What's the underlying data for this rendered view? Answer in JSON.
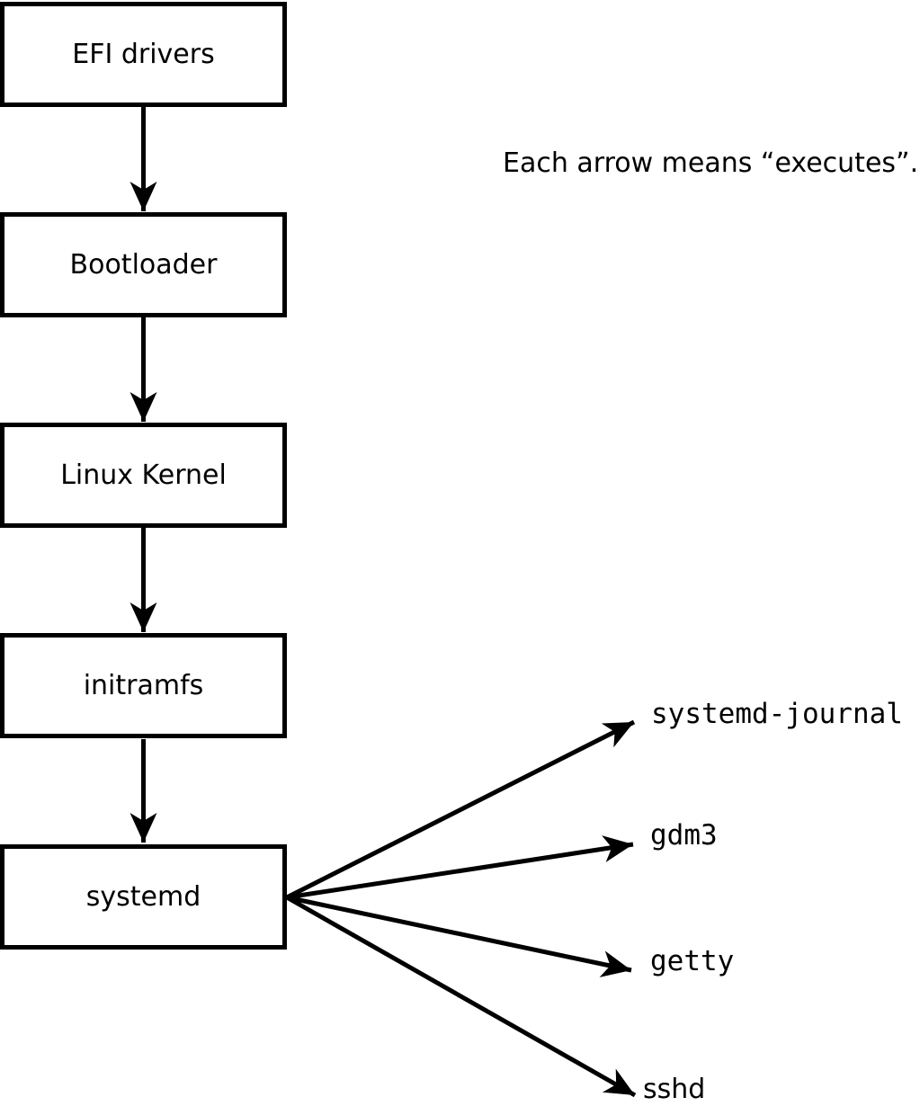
{
  "colors": {
    "ink": "#000000",
    "paper": "#ffffff"
  },
  "note": {
    "text": "Each arrow means “executes”."
  },
  "chain": [
    {
      "label": "EFI drivers"
    },
    {
      "label": "Bootloader"
    },
    {
      "label": "Linux Kernel"
    },
    {
      "label": "initramfs"
    },
    {
      "label": "systemd"
    }
  ],
  "spawned": [
    {
      "label": "systemd-journal"
    },
    {
      "label": "gdm3"
    },
    {
      "label": "getty"
    },
    {
      "label": "sshd"
    }
  ],
  "edges": [
    {
      "from": "EFI drivers",
      "to": "Bootloader"
    },
    {
      "from": "Bootloader",
      "to": "Linux Kernel"
    },
    {
      "from": "Linux Kernel",
      "to": "initramfs"
    },
    {
      "from": "initramfs",
      "to": "systemd"
    },
    {
      "from": "systemd",
      "to": "systemd-journal"
    },
    {
      "from": "systemd",
      "to": "gdm3"
    },
    {
      "from": "systemd",
      "to": "getty"
    },
    {
      "from": "systemd",
      "to": "sshd"
    }
  ]
}
